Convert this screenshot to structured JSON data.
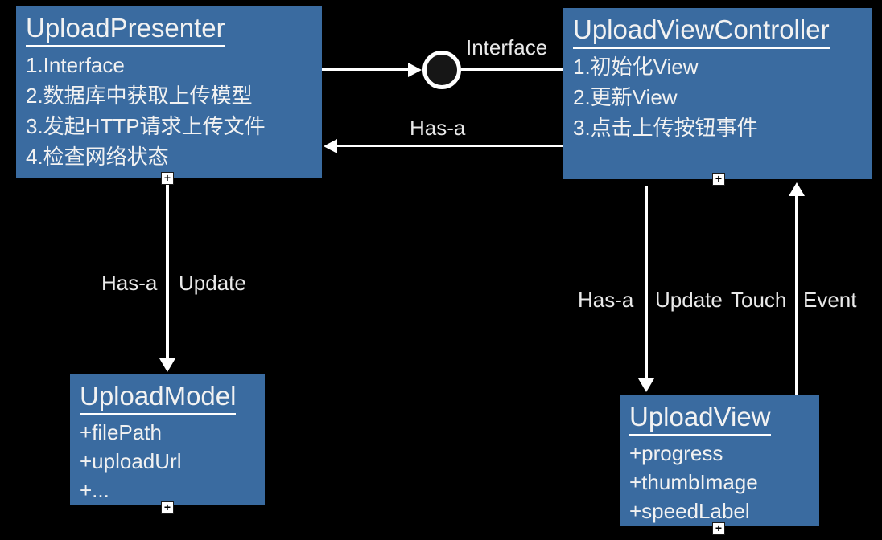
{
  "colors": {
    "background": "#000000",
    "box_fill": "#3a6ba0",
    "line": "#ffffff",
    "text": "#f2f2f2"
  },
  "boxes": {
    "presenter": {
      "title": "UploadPresenter",
      "items": [
        "1.Interface",
        "2.数据库中获取上传模型",
        "3.发起HTTP请求上传文件",
        "4.检查网络状态"
      ]
    },
    "view_controller": {
      "title": "UploadViewController",
      "items": [
        "1.初始化View",
        "2.更新View",
        "3.点击上传按钮事件"
      ]
    },
    "model": {
      "title": "UploadModel",
      "items": [
        "+filePath",
        "+uploadUrl",
        "+..."
      ]
    },
    "view": {
      "title": "UploadView",
      "items": [
        "+progress",
        "+thumbImage",
        "+speedLabel"
      ]
    }
  },
  "edges": {
    "interface_label": "Interface",
    "has_a_mid": "Has-a",
    "left": {
      "has_a": "Has-a",
      "update": "Update"
    },
    "right": {
      "has_a": "Has-a",
      "update": "Update",
      "touch": "Touch",
      "event": "Event"
    }
  },
  "expander_glyph": "+"
}
